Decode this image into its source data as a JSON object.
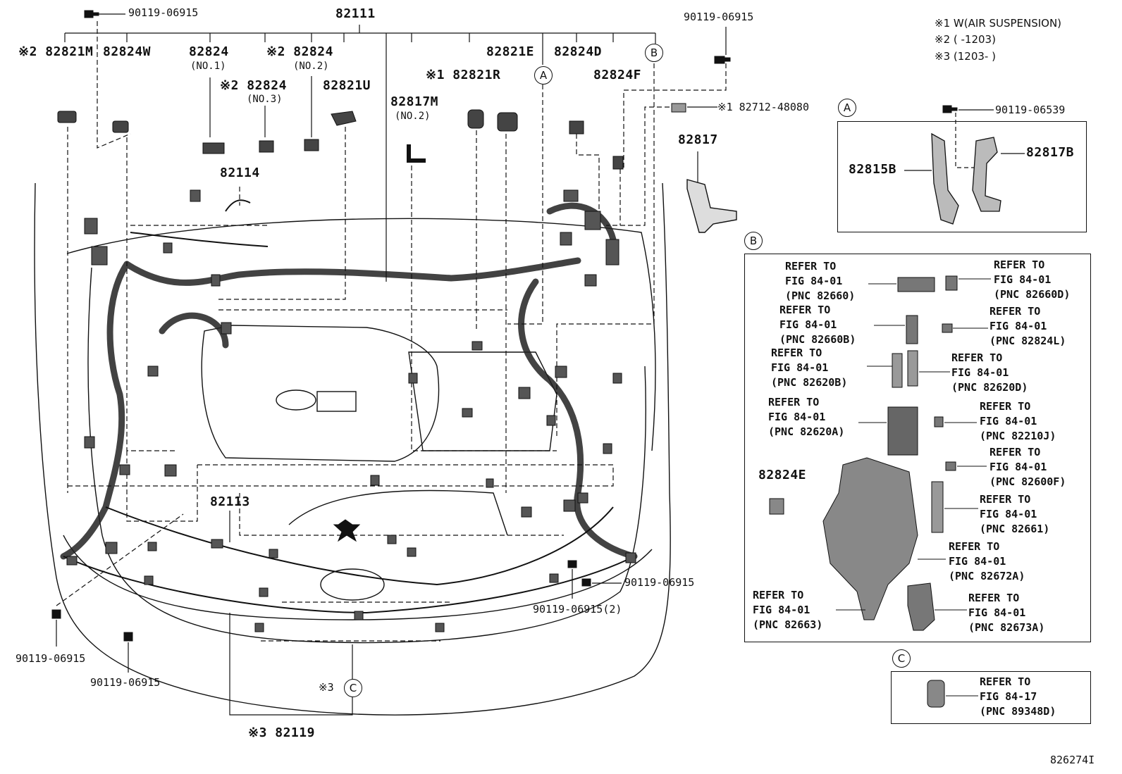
{
  "notes": {
    "n1": "※1 W(AIR SUSPENSION)",
    "n2": "※2 (      -1203)",
    "n3": "※3 (1203-      )"
  },
  "callouts": {
    "a": "A",
    "b": "B",
    "c": "C"
  },
  "labels": {
    "bolt_top_left": "90119-06915",
    "main_harness": "82111",
    "bolt_top_right": "90119-06915",
    "p82821M": "※2 82821M",
    "p82824W": "82824W",
    "p82824_no1": "82824",
    "p82824_no1_sub": "(NO.1)",
    "p82824_no2": "※2 82824",
    "p82824_no2_sub": "(NO.2)",
    "p82824_no3": "※2 82824",
    "p82824_no3_sub": "(NO.3)",
    "p82821U": "82821U",
    "p82817M": "82817M",
    "p82817M_sub": "(NO.2)",
    "p82821R": "※1 82821R",
    "p82821E": "82821E",
    "p82824D": "82824D",
    "p82824F": "82824F",
    "p82712": "※1 82712-48080",
    "p82817": "82817",
    "p82114": "82114",
    "p82113": "82113",
    "bolt_right_mid": "90119-06915",
    "bolt_right_mid2": "90119-06915(2)",
    "bolt_left_low": "90119-06915",
    "bolt_left_low2": "90119-06915",
    "p82119": "※3 82119",
    "note3_c": "※3",
    "diagram_id": "826274I"
  },
  "panel_a": {
    "bolt": "90119-06539",
    "p82815B": "82815B",
    "p82817B": "82817B"
  },
  "panel_b": {
    "refs": [
      {
        "l1": "REFER TO",
        "l2": "FIG 84-01",
        "l3": "(PNC 82660)"
      },
      {
        "l1": "REFER TO",
        "l2": "FIG 84-01",
        "l3": "(PNC 82660D)"
      },
      {
        "l1": "REFER TO",
        "l2": "FIG 84-01",
        "l3": "(PNC 82660B)"
      },
      {
        "l1": "REFER TO",
        "l2": "FIG 84-01",
        "l3": "(PNC 82824L)"
      },
      {
        "l1": "REFER TO",
        "l2": "FIG 84-01",
        "l3": "(PNC 82620B)"
      },
      {
        "l1": "REFER TO",
        "l2": "FIG 84-01",
        "l3": "(PNC 82620D)"
      },
      {
        "l1": "REFER TO",
        "l2": "FIG 84-01",
        "l3": "(PNC 82620A)"
      },
      {
        "l1": "REFER TO",
        "l2": "FIG 84-01",
        "l3": "(PNC 82210J)"
      },
      {
        "l1": "REFER TO",
        "l2": "FIG 84-01",
        "l3": "(PNC 82600F)"
      },
      {
        "l1": "REFER TO",
        "l2": "FIG 84-01",
        "l3": "(PNC 82661)"
      },
      {
        "l1": "REFER TO",
        "l2": "FIG 84-01",
        "l3": "(PNC 82672A)"
      },
      {
        "l1": "REFER TO",
        "l2": "FIG 84-01",
        "l3": "(PNC 82663)"
      },
      {
        "l1": "REFER TO",
        "l2": "FIG 84-01",
        "l3": "(PNC 82673A)"
      }
    ],
    "p82824E": "82824E"
  },
  "panel_c": {
    "ref": {
      "l1": "REFER TO",
      "l2": "FIG 84-17",
      "l3": "(PNC 89348D)"
    }
  }
}
